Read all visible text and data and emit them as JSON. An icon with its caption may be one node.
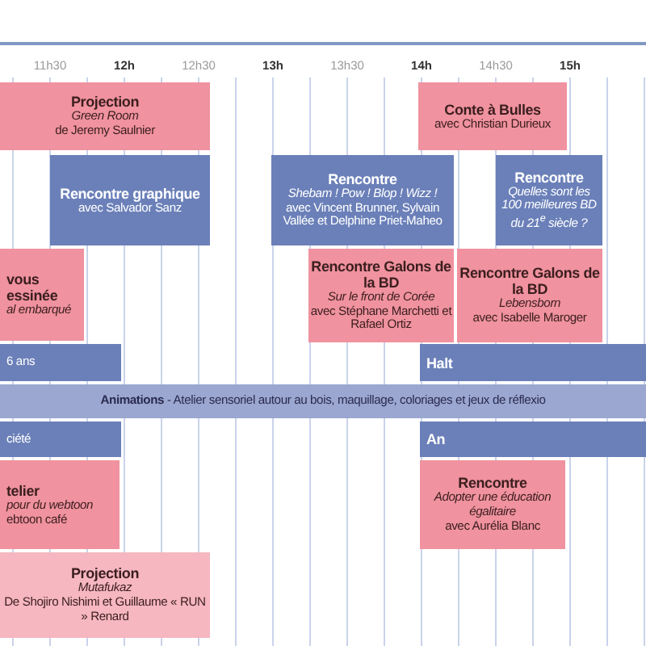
{
  "diagram": {
    "nodes": [
      {
        "text": [
          "Projection",
          "Green Room",
          "de Jeremy Saulnier"
        ]
      },
      {
        "text": [
          "Conte à Bulles",
          "avec Christian Durieux"
        ]
      },
      {
        "text": [
          "Rencontre graphique",
          "avec Salvador Sanz"
        ]
      },
      {
        "text": [
          "Rencontre",
          "Shebam ! Pow ! Blop ! Wizz !",
          "avec Vincent Brunner, Sylvain Vallée et Delphine Priet-Maheo"
        ]
      },
      {
        "text": [
          "Rencontre",
          "Quelles sont les 100 meilleures BD du 21$^{e}$ siècle ?"
        ]
      },
      {
        "text": [
          "vous essinée",
          "al embarqué"
        ]
      },
      {
        "text": [
          "Rencontre Galons de la BD",
          "Sur le front de Corée",
          "avec Stéphane Marchetti et Rafael Ortiz"
        ]
      },
      {
        "text": [
          "Rencontre Galons de la BD",
          "Lebensborn",
          "avec Isabelle Maroger"
        ]
      },
      {
        "text": [
          "6 ans"
        ]
      },
      {
        "text": [
          "Halt"
        ]
      },
      {
        "text": [
          "**Animations** - Atelier sensoriel autour au bois, maquillage, coloriages et jeux de réflexio"
        ]
      },
      {
        "text": [
          "ciété"
        ]
      },
      {
        "text": [
          "An"
        ]
      },
      {
        "text": [
          "telier",
          "pour du webtoon",
          "ebtoon café"
        ]
      },
      {
        "text": [
          "Rencontre",
          "Adopter une éducation égalitaire",
          "avec Aurélia Blanc"
        ]
      },
      {
        "text": [
          "Projection",
          "Mutafukaz",
          "De Shojiro Nishimi et Guillaume « RUN » Renard"
        ]
      }
    ],
    "labels": [
      "11h30",
      "12h",
      "12h30",
      "13h",
      "13h30",
      "14h",
      "14h30",
      "15h"
    ]
  }
}
